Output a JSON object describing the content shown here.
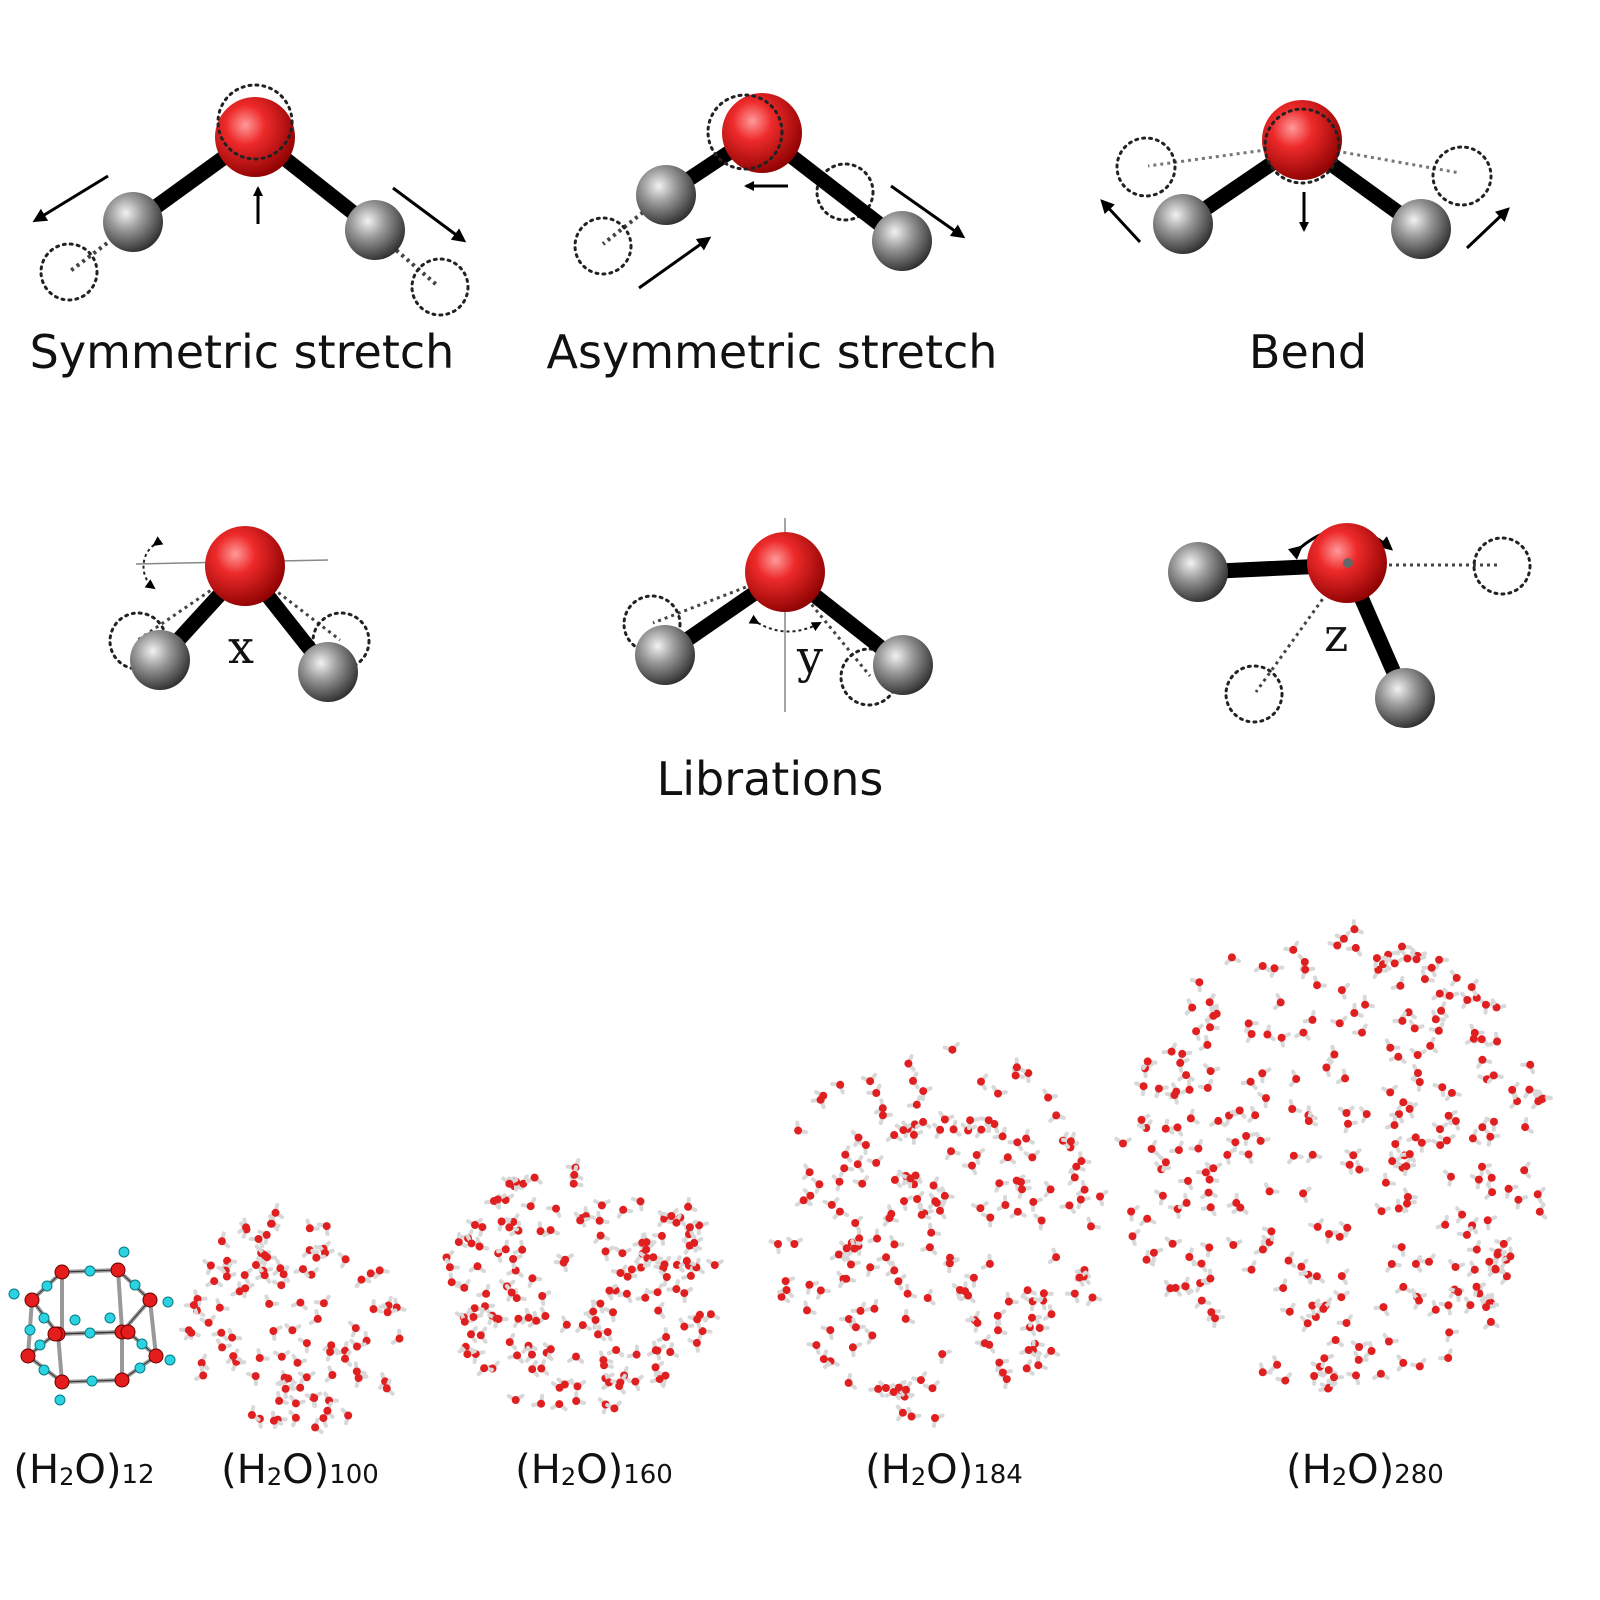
{
  "colors": {
    "oxygen": "#e02020",
    "hydrogen": "#8a8a8a",
    "bond": "#000000",
    "cluster_hydrogen": "#30d0e0"
  },
  "vibrations": {
    "symmetric": {
      "label": "Symmetric stretch"
    },
    "asymmetric": {
      "label": "Asymmetric stretch"
    },
    "bend": {
      "label": "Bend"
    }
  },
  "librations": {
    "label": "Librations",
    "axis_x": "x",
    "axis_y": "y",
    "axis_z": "z"
  },
  "clusters": [
    {
      "open": "(H",
      "sub": "2",
      "close": "O)",
      "n": "12"
    },
    {
      "open": "(H",
      "sub": "2",
      "close": "O)",
      "n": "100"
    },
    {
      "open": "(H",
      "sub": "2",
      "close": "O)",
      "n": "160"
    },
    {
      "open": "(H",
      "sub": "2",
      "close": "O)",
      "n": "184"
    },
    {
      "open": "(H",
      "sub": "2",
      "close": "O)",
      "n": "280"
    }
  ]
}
